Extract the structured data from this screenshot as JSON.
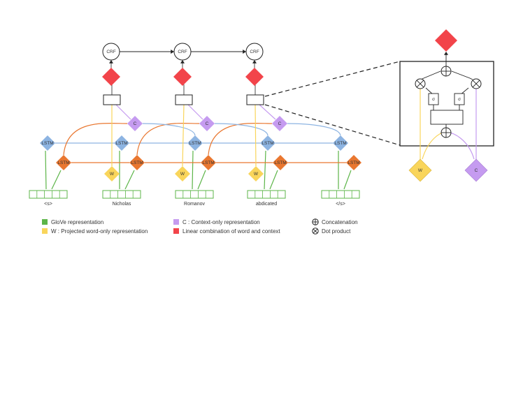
{
  "colors": {
    "glove": "#5cb548",
    "lstm": "#8db4e2",
    "lstm_dark": "#e97730",
    "word": "#f9d55b",
    "context": "#c59bf0",
    "combination": "#f2444a",
    "crf_stroke": "#333333",
    "line_dark": "#222222"
  },
  "labels": {
    "crf": "CRF",
    "lstm": "LSTM",
    "word_node": "W",
    "context_node": "C",
    "sigma": "σ"
  },
  "words": [
    "<s>",
    "Nicholas",
    "Romanov",
    "abdicated",
    "</s>"
  ],
  "legend": [
    {
      "key": "glove",
      "label": "GloVe representation",
      "color": "#5cb548",
      "symbol": "square"
    },
    {
      "key": "context",
      "label": "C : Context-only representation",
      "color": "#c59bf0",
      "symbol": "square"
    },
    {
      "key": "concat",
      "label": "Concatenation",
      "color": "#333333",
      "symbol": "oplus"
    },
    {
      "key": "word",
      "label": "W : Projected word-only representation",
      "color": "#f9d55b",
      "symbol": "square"
    },
    {
      "key": "combination",
      "label": "Linear combination of word and context",
      "color": "#f2444a",
      "symbol": "square"
    },
    {
      "key": "dot",
      "label": "Dot product",
      "color": "#333333",
      "symbol": "otimes"
    }
  ]
}
